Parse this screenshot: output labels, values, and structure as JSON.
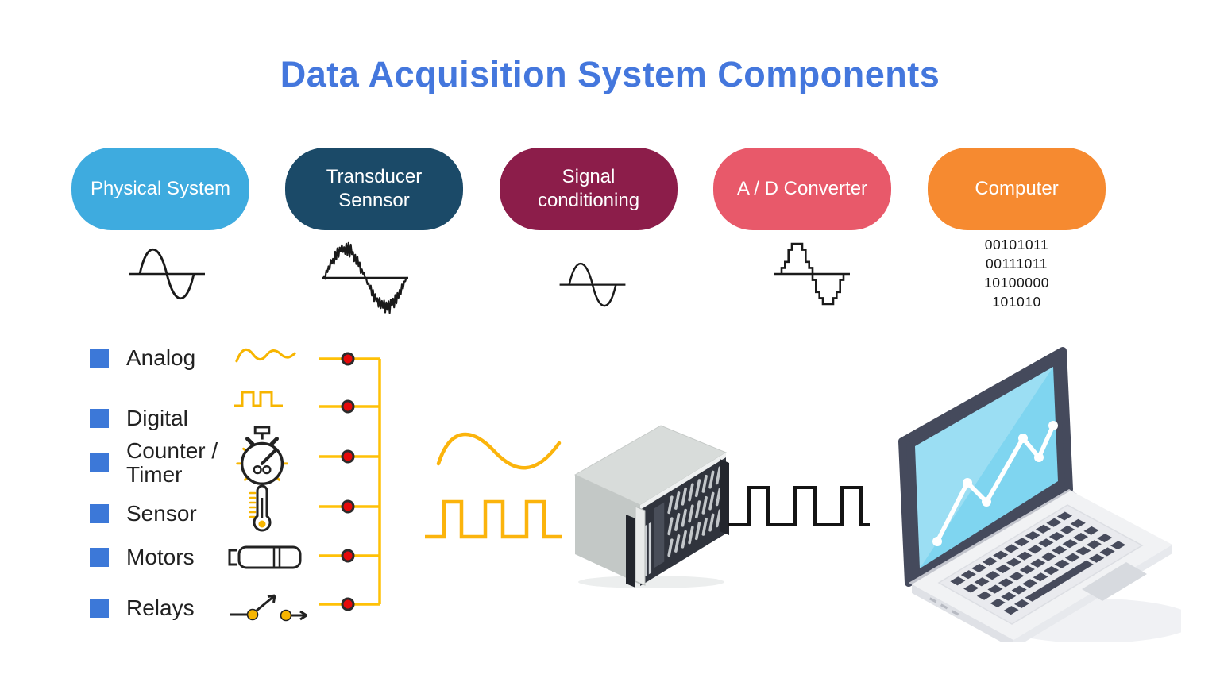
{
  "title": {
    "text": "Data Acquisition System Components",
    "color": "#4477DD"
  },
  "stages": [
    {
      "label": "Physical System",
      "color": "#3EABDF",
      "signal": "sine-wave"
    },
    {
      "label": "Transducer Sennsor",
      "color": "#1B4A68",
      "signal": "noisy-sine-wave"
    },
    {
      "label": "Signal conditioning",
      "color": "#8C1D4A",
      "signal": "sine-wave"
    },
    {
      "label": "A / D Converter",
      "color": "#E8596A",
      "signal": "quantized-sine-wave"
    },
    {
      "label": "Computer",
      "color": "#F68A30",
      "signal": "binary",
      "binary_lines": [
        "00101011",
        "00111011",
        "10100000",
        "101010"
      ]
    }
  ],
  "io_panel": {
    "bullet_color": "#3C78D8",
    "wire_color": "#FFC107",
    "node_color": "#E60A0A",
    "items": [
      {
        "label": "Analog",
        "icon": "analog-wave-icon"
      },
      {
        "label": "Digital",
        "icon": "digital-pulse-icon"
      },
      {
        "label": "Counter / Timer",
        "icon": "stopwatch-icon"
      },
      {
        "label": "Sensor",
        "icon": "thermometer-icon"
      },
      {
        "label": "Motors",
        "icon": "motor-icon"
      },
      {
        "label": "Relays",
        "icon": "relay-switch-icon"
      }
    ]
  },
  "flow": {
    "analog_signal": "sine-wave",
    "digital_signal": "square-wave",
    "acquisition_device": "daq-chassis",
    "output_signal": "square-wave",
    "display_device": "laptop-line-chart"
  }
}
